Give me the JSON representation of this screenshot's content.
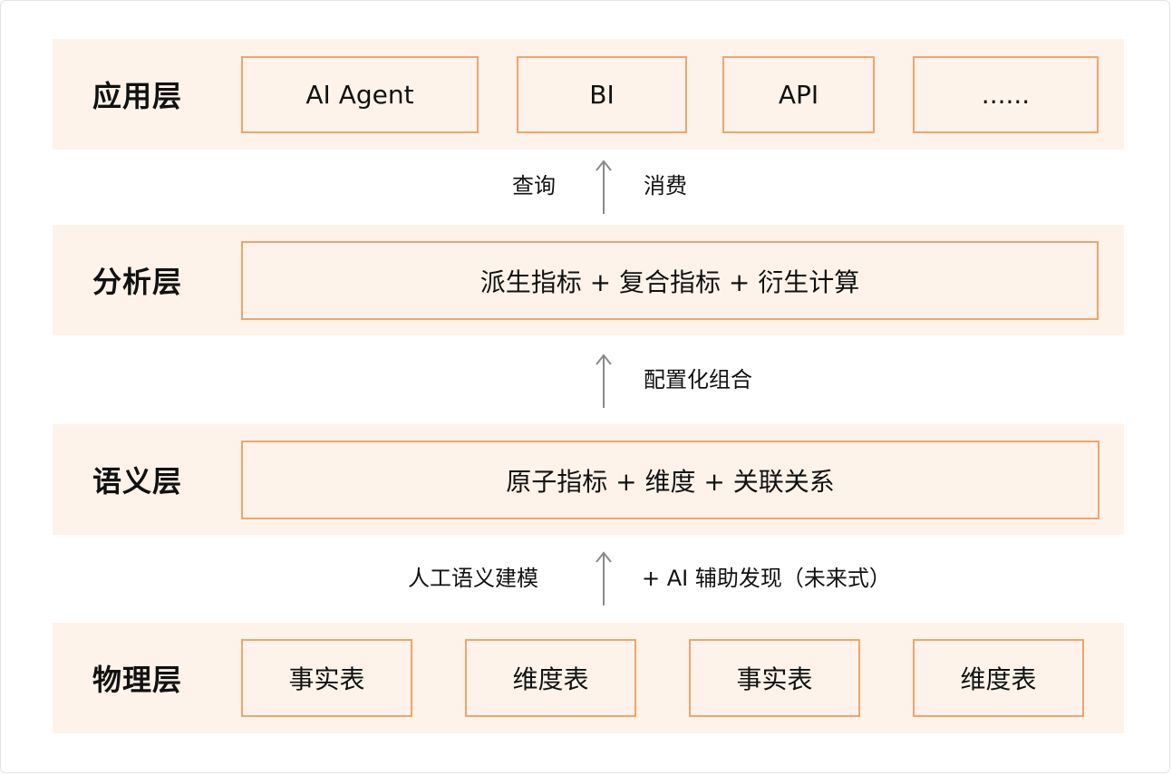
{
  "layers": {
    "application": {
      "title": "应用层",
      "items": [
        "AI Agent",
        "BI",
        "API",
        "......"
      ]
    },
    "analysis": {
      "title": "分析层",
      "content": "派生指标 + 复合指标 + 衍生计算"
    },
    "semantic": {
      "title": "语义层",
      "content": "原子指标 + 维度 + 关联关系"
    },
    "physical": {
      "title": "物理层",
      "items": [
        "事实表",
        "维度表",
        "事实表",
        "维度表"
      ]
    }
  },
  "connectors": {
    "analysis_to_application": {
      "left": "查询",
      "right": "消费"
    },
    "semantic_to_analysis": {
      "right": "配置化组合"
    },
    "physical_to_semantic": {
      "left": "人工语义建模",
      "right": "+ AI 辅助发现（未来式）"
    }
  },
  "colors": {
    "band": "#fdf3ea",
    "box_border": "#f0a46b",
    "arrow": "#8a8a8a"
  }
}
